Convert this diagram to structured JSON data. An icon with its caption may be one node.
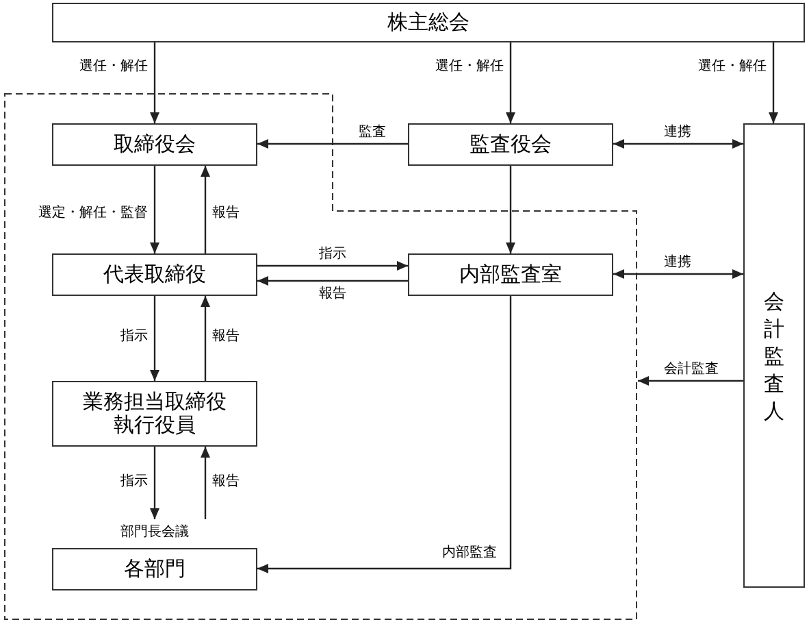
{
  "diagram": {
    "nodes": [
      {
        "text": [
          "株主総会"
        ]
      },
      {
        "text": [],
        "shape": "polygon"
      },
      {
        "text": [
          "取締役会"
        ],
        "in": 1
      },
      {
        "text": [
          "監査役会"
        ]
      },
      {
        "text": [
          "会計監査人"
        ]
      },
      {
        "text": [
          "代表取締役"
        ],
        "in": 1
      },
      {
        "text": [
          "内部監査室"
        ],
        "in": 1
      },
      {
        "text": [
          "業務担当取締役執行役員"
        ],
        "in": 1
      },
      {
        "text": [
          "部門長会議"
        ],
        "in": 1
      },
      {
        "text": [
          "各部門"
        ],
        "in": 1
      }
    ],
    "edges": [
      {
        "from": 0,
        "to": 2,
        "arrow": "to",
        "label": "選任・解任"
      },
      {
        "from": 0,
        "to": 3,
        "arrow": "to",
        "label": "選任・解任"
      },
      {
        "from": 0,
        "to": 4,
        "arrow": "to",
        "label": "選任・解任"
      },
      {
        "from": 3,
        "to": 2,
        "arrow": "to",
        "label": "監査"
      },
      {
        "from": 3,
        "to": 4,
        "arrow": "both",
        "label": "連携"
      },
      {
        "from": 2,
        "to": 5,
        "arrow": "to",
        "label": "選定・解任・監督"
      },
      {
        "from": 5,
        "to": 2,
        "arrow": "to",
        "label": "報告"
      },
      {
        "from": 5,
        "to": 6,
        "arrow": "to",
        "label": "指示"
      },
      {
        "from": 6,
        "to": 5,
        "arrow": "to",
        "label": "報告"
      },
      {
        "from": 6,
        "to": 4,
        "arrow": "both",
        "label": "連携"
      },
      {
        "from": 4,
        "to": 1,
        "arrow": "to",
        "label": "会計監査"
      },
      {
        "from": 3,
        "to": 6,
        "arrow": "to"
      },
      {
        "from": 5,
        "to": 7,
        "arrow": "to",
        "label": "指示"
      },
      {
        "from": 7,
        "to": 5,
        "arrow": "to",
        "label": "報告"
      },
      {
        "from": 7,
        "to": 8,
        "arrow": "to",
        "label": "指示"
      },
      {
        "from": 8,
        "to": 7,
        "arrow": "to",
        "label": "報告"
      },
      {
        "from": 6,
        "to": 9,
        "arrow": "to",
        "label": "内部監査"
      }
    ]
  }
}
